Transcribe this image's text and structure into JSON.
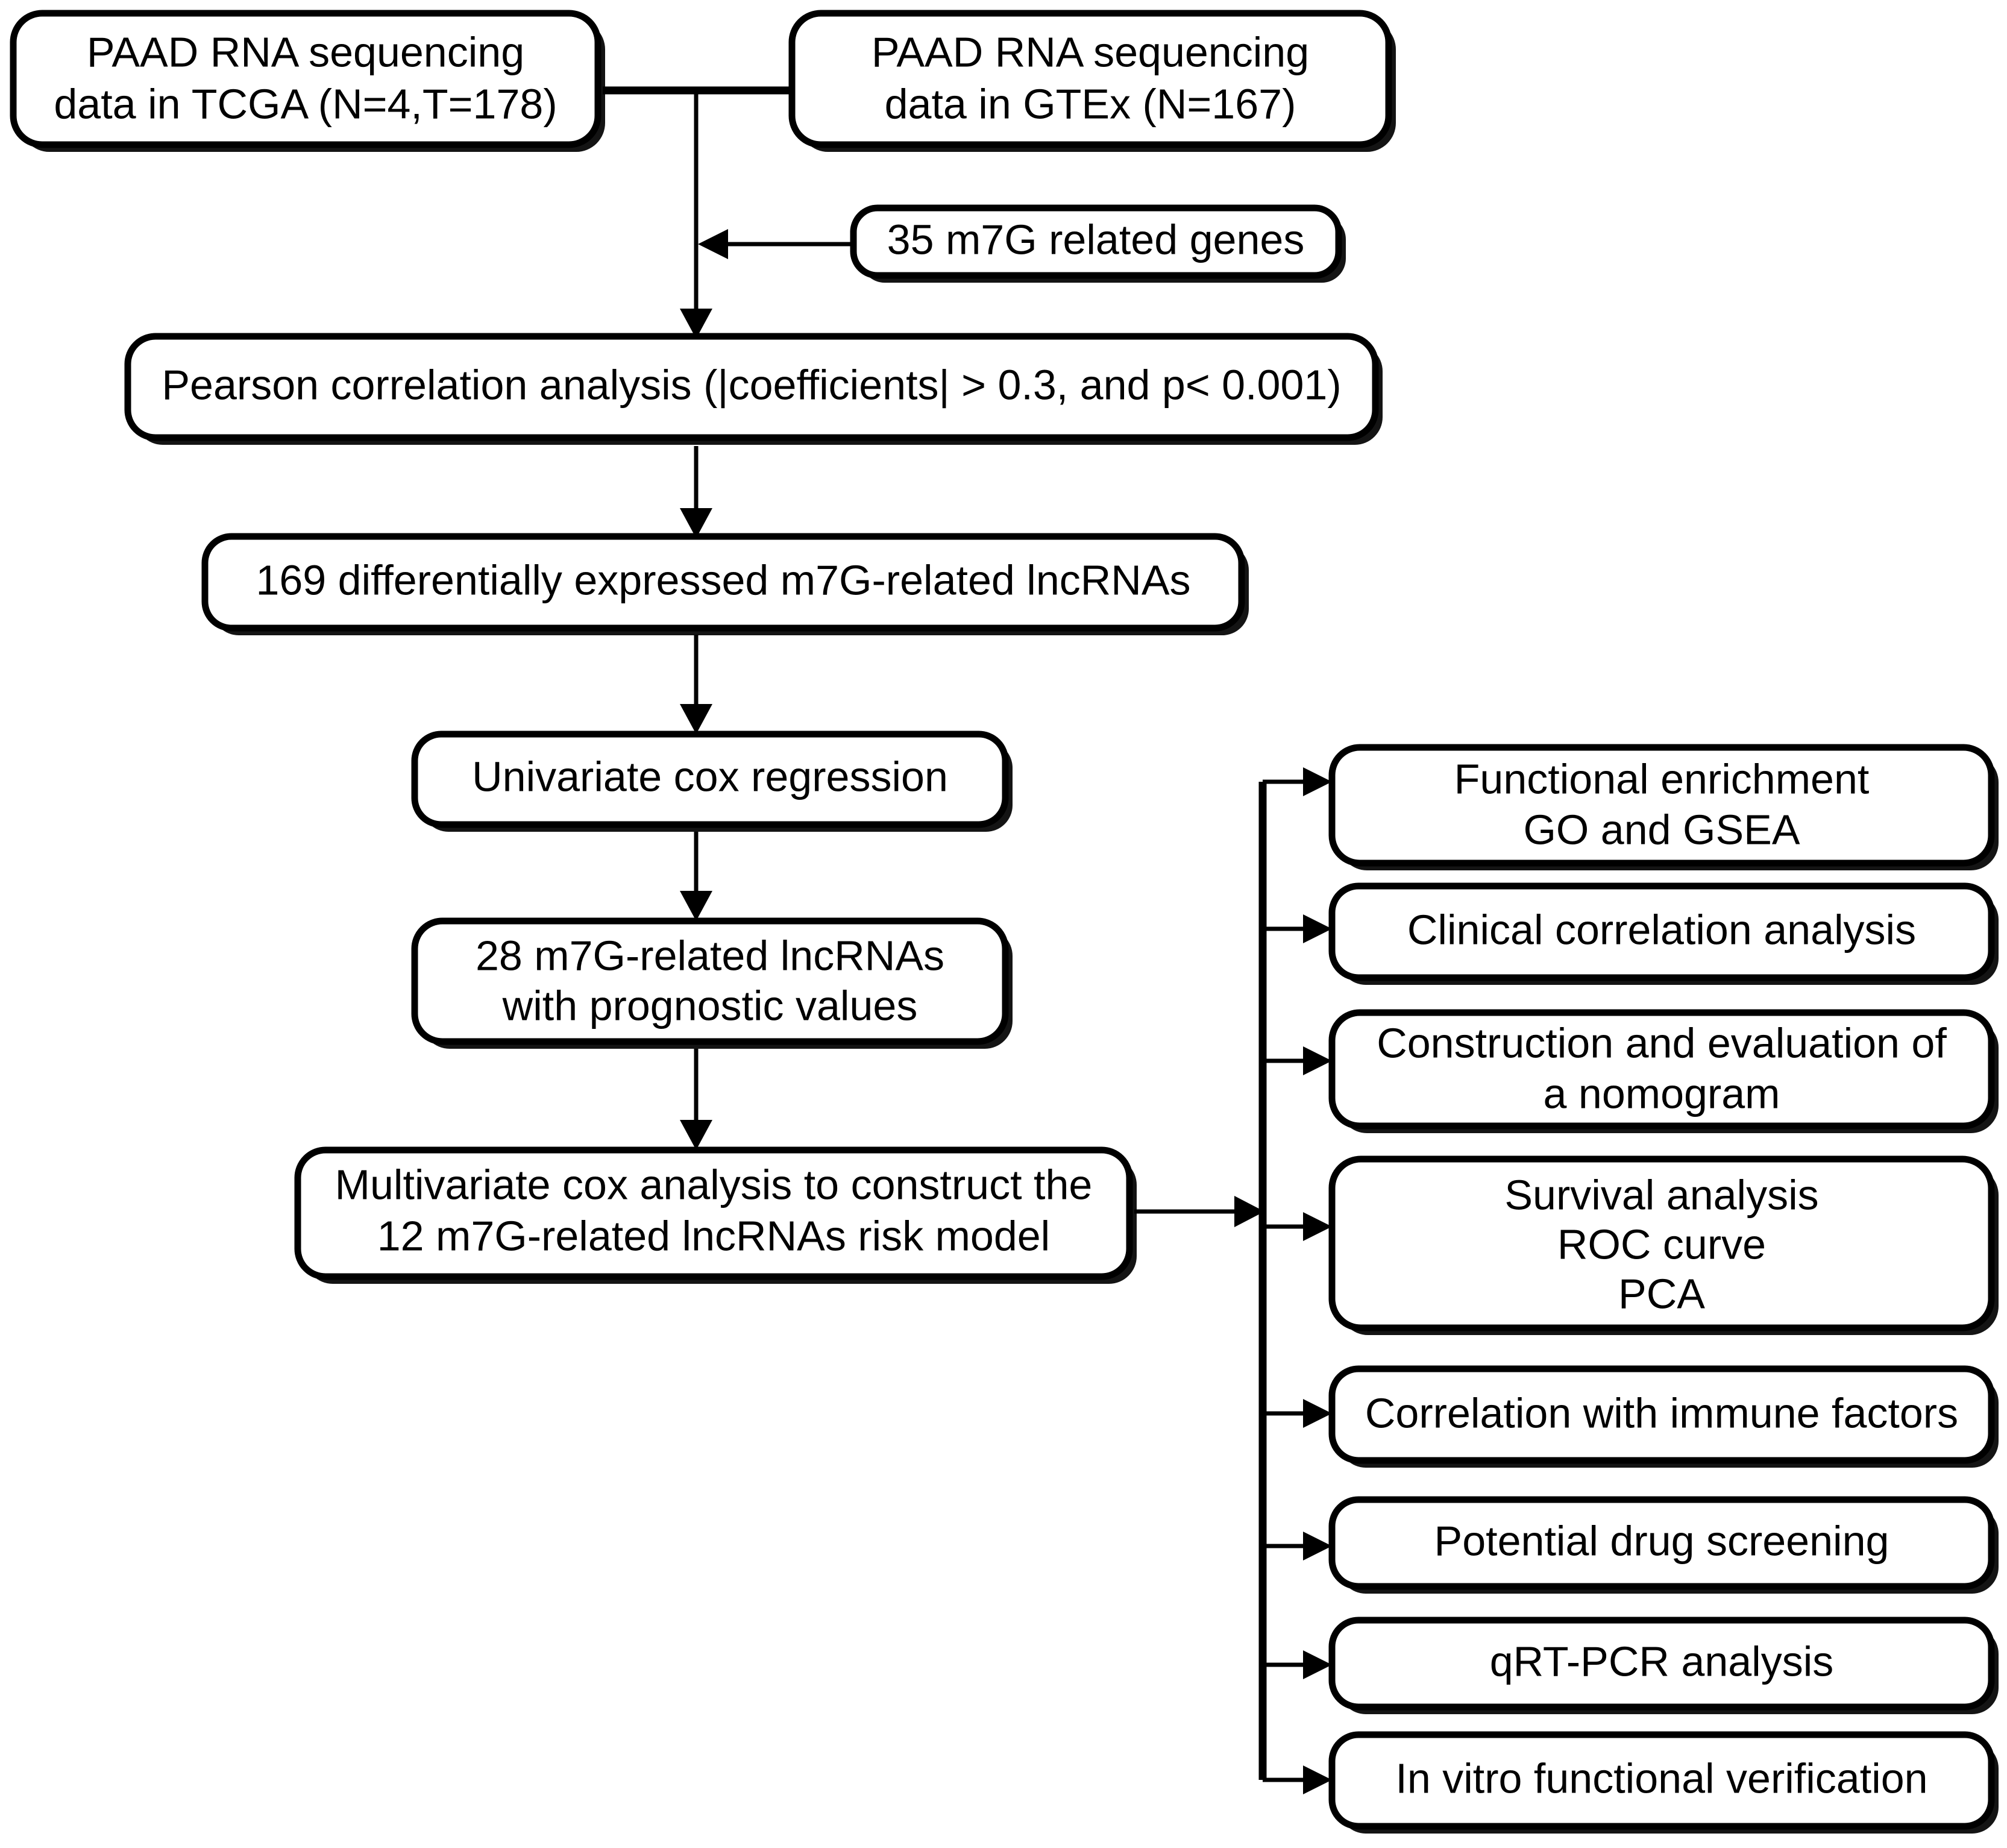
{
  "diagram": {
    "title": "PAAD m7G-related lncRNA study workflow",
    "background_color": "#ffffff",
    "line_color": "#000000",
    "box_fill": "#ffffff"
  },
  "nodes": {
    "tcga": {
      "id": "paad-tcga-box",
      "lines": [
        "PAAD RNA sequencing",
        "data in TCGA (N=4,T=178)"
      ],
      "line1": "PAAD RNA sequencing",
      "line2": "data in TCGA (N=4,T=178)"
    },
    "gtex": {
      "id": "paad-gtex-box",
      "lines": [
        "PAAD RNA sequencing",
        "data in GTEx (N=167)"
      ],
      "line1": "PAAD RNA sequencing",
      "line2": "data in GTEx (N=167)"
    },
    "genes": {
      "id": "m7g-genes-box",
      "line1": "35 m7G related genes"
    },
    "pearson": {
      "id": "pearson-correlation-box",
      "line1": "Pearson correlation analysis (|coefficients| > 0.3, and p< 0.001)"
    },
    "deg_lncrna": {
      "id": "deg-lncrna-box",
      "line1": "169 differentially expressed m7G-related lncRNAs"
    },
    "univariate": {
      "id": "univariate-cox-box",
      "line1": "Univariate cox regression"
    },
    "prognostic": {
      "id": "prognostic-lncrna-box",
      "line1": "28 m7G-related lncRNAs",
      "line2": "with prognostic values"
    },
    "multivariate": {
      "id": "multivariate-cox-box",
      "line1": "Multivariate cox analysis to construct the",
      "line2": "12 m7G-related lncRNAs risk model"
    }
  },
  "downstream": [
    {
      "id": "functional-enrichment-box",
      "line1": "Functional enrichment",
      "line2": "GO and GSEA",
      "line3": ""
    },
    {
      "id": "clinical-correlation-box",
      "line1": "Clinical correlation analysis",
      "line2": "",
      "line3": ""
    },
    {
      "id": "nomogram-box",
      "line1": "Construction and evaluation of",
      "line2": "a nomogram",
      "line3": ""
    },
    {
      "id": "survival-analysis-box",
      "line1": "Survival analysis",
      "line2": "ROC curve",
      "line3": "PCA"
    },
    {
      "id": "immune-factors-box",
      "line1": "Correlation with immune factors",
      "line2": "",
      "line3": ""
    },
    {
      "id": "drug-screening-box",
      "line1": "Potential drug screening",
      "line2": "",
      "line3": ""
    },
    {
      "id": "qrt-pcr-box",
      "line1": "qRT-PCR analysis",
      "line2": "",
      "line3": ""
    },
    {
      "id": "in-vitro-verification-box",
      "line1": "In vitro functional verification",
      "line2": "",
      "line3": ""
    }
  ]
}
